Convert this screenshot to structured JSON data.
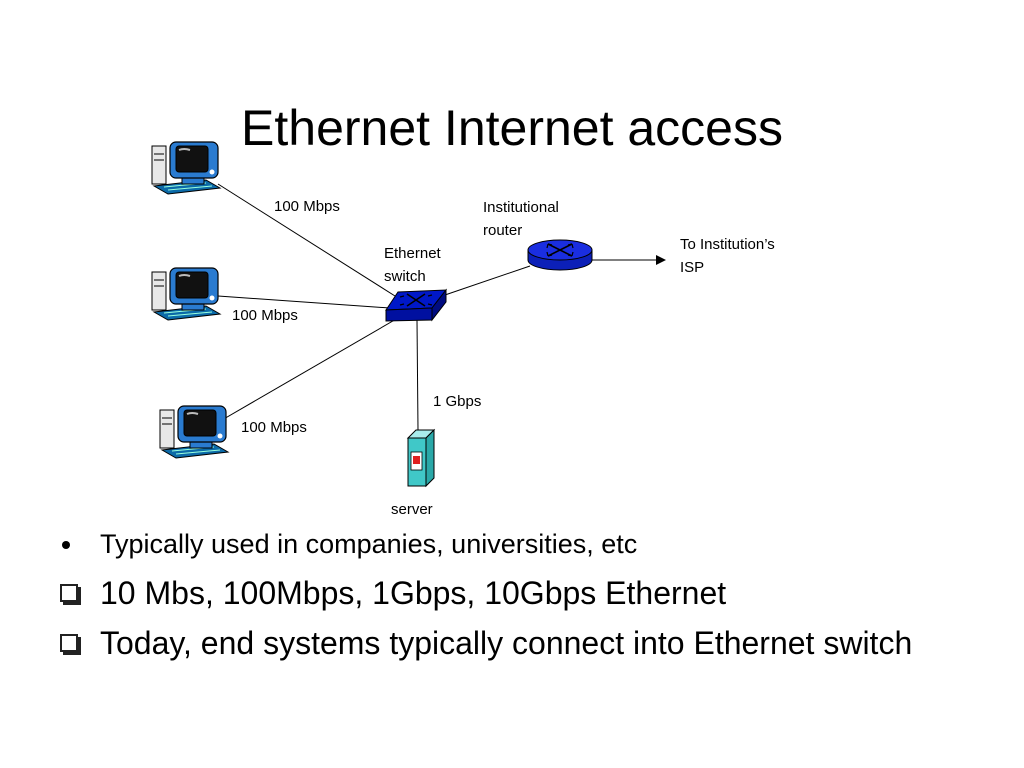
{
  "slide": {
    "title": "Ethernet Internet access"
  },
  "diagram": {
    "links": {
      "top": "100 Mbps",
      "middle": "100 Mbps",
      "bottom": "100 Mbps",
      "server": "1 Gbps"
    },
    "nodes": {
      "switch_line1": "Ethernet",
      "switch_line2": "switch",
      "router_line1": "Institutional",
      "router_line2": "router",
      "isp_line1": "To Institution’s",
      "isp_line2": "ISP",
      "server": "server"
    },
    "colors": {
      "switch": "#0018c8",
      "router": "#1a2ee0",
      "server": "#40c8c8",
      "monitor": "#2a7bd0"
    },
    "icons": [
      "pc-icon",
      "ethernet-switch-icon",
      "router-icon",
      "server-icon"
    ]
  },
  "bullets": [
    {
      "marker": "dot",
      "text": "Typically used in companies, universities, etc"
    },
    {
      "marker": "box",
      "text": "10 Mbs, 100Mbps, 1Gbps, 10Gbps Ethernet"
    },
    {
      "marker": "box",
      "text": "Today, end systems typically connect into Ethernet switch"
    }
  ]
}
